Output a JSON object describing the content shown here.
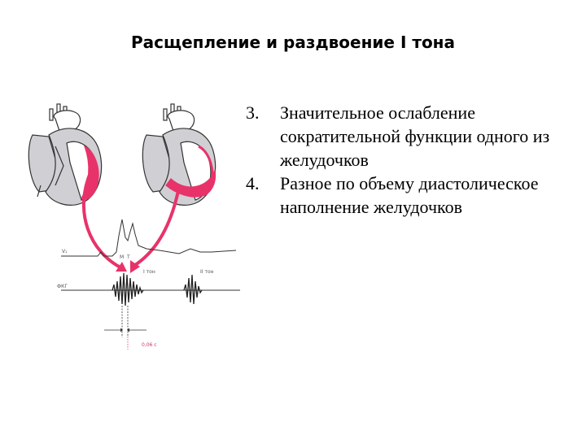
{
  "slide": {
    "title": "Расщепление и  раздвоение I тона",
    "items": [
      {
        "number": "3.",
        "text": "Значительное ослабление сократительной функции одного  из желудочков"
      },
      {
        "number": "4.",
        "text": "Разное по объему диастолическое наполнение желудочков"
      }
    ]
  },
  "figure": {
    "labels": {
      "v1": "V₁",
      "fkg": "ФКГ",
      "m": "M",
      "t": "T",
      "tone1": "I тон",
      "tone2": "II тон",
      "interval": "0,06 с"
    },
    "colors": {
      "accent": "#e8336a",
      "heart_fill": "#cfcfd4",
      "stroke": "#333333"
    }
  }
}
